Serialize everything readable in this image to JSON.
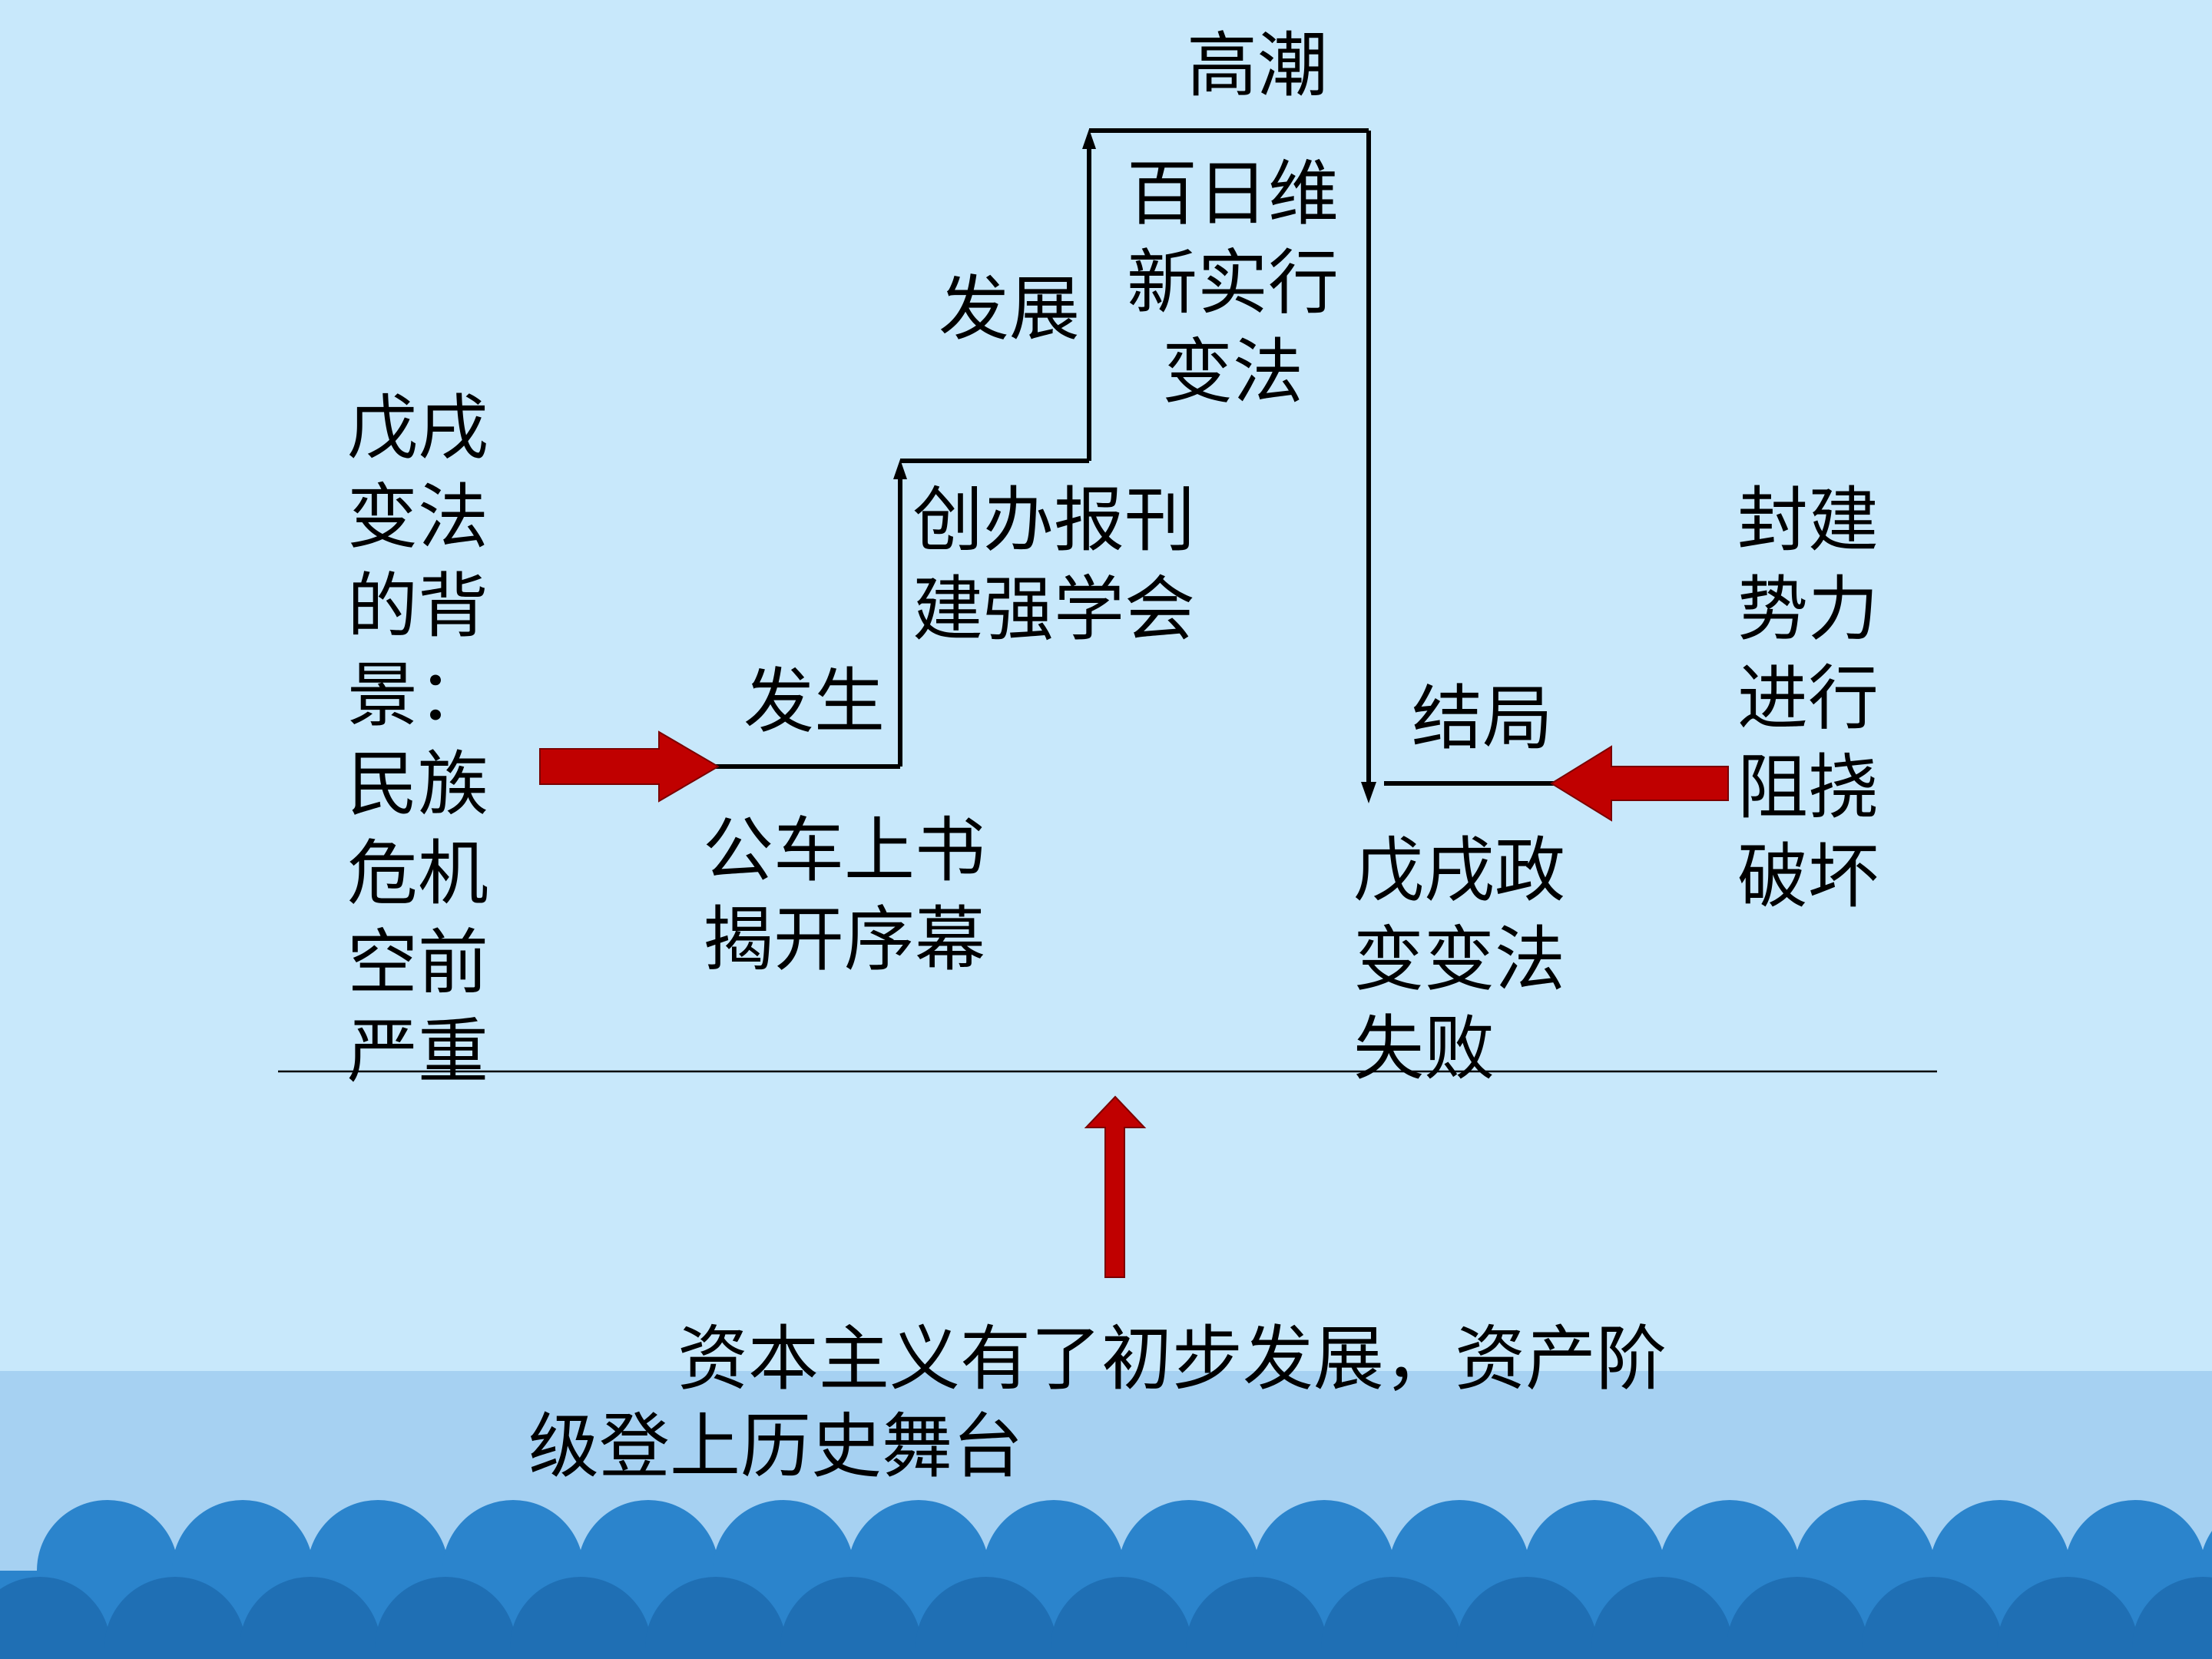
{
  "colors": {
    "background": "#c8e8fb",
    "sea_light": "#a6d1f2",
    "wave_blue": "#2b84cc",
    "wave_dark": "#1f6fb4",
    "arrow_red": "#c00000",
    "line_black": "#000000"
  },
  "labels": {
    "background_lines": [
      "戊戌",
      "变法",
      "的背",
      "景：",
      "民族",
      "危机",
      "空前",
      "严重"
    ],
    "occur": "发生",
    "petition_lines": [
      "公车上书",
      "揭开序幕"
    ],
    "press_lines": [
      "创办报刊",
      "建强学会"
    ],
    "develop": "发展",
    "climax": "高潮",
    "reform_lines": [
      "百日维",
      "新实行",
      "变法"
    ],
    "outcome": "结局",
    "coup_lines": [
      "戊戌政",
      "变变法",
      "失败"
    ],
    "feudal_lines": [
      "封建",
      "势力",
      "进行",
      "阻挠",
      "破坏"
    ],
    "capitalism_line1": "资本主义有了初步发展，资产阶",
    "capitalism_line2": "级登上历史舞台"
  }
}
